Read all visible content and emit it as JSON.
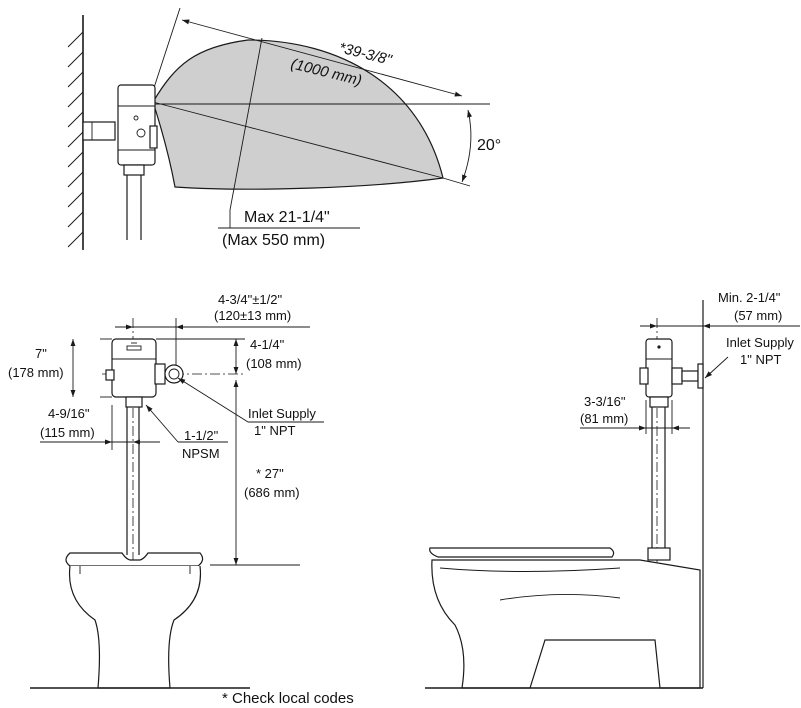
{
  "top_view": {
    "range_max": "*39-3/8\"",
    "range_max_mm": "(1000 mm)",
    "angle": "20°",
    "width_max": "Max 21-1/4\"",
    "width_max_mm": "(Max 550 mm)"
  },
  "front_view": {
    "offset": "4-3/4\"±1/2\"",
    "offset_mm": "(120±13 mm)",
    "height": "7\"",
    "height_mm": "(178 mm)",
    "inlet_height": "4-1/4\"",
    "inlet_height_mm": "(108 mm)",
    "spud_offset": "4-9/16\"",
    "spud_offset_mm": "(115 mm)",
    "inlet_supply": "Inlet Supply",
    "inlet_thread": "1\" NPT",
    "spud_size": "1-1/2\"",
    "spud_thread": "NPSM",
    "bowl_height": "* 27\"",
    "bowl_height_mm": "(686 mm)"
  },
  "side_view": {
    "min_clearance": "Min. 2-1/4\"",
    "min_clearance_mm": "(57 mm)",
    "inlet_supply": "Inlet Supply",
    "inlet_thread": "1\" NPT",
    "depth": "3-3/16\"",
    "depth_mm": "(81 mm)"
  },
  "footnote": "* Check local codes"
}
